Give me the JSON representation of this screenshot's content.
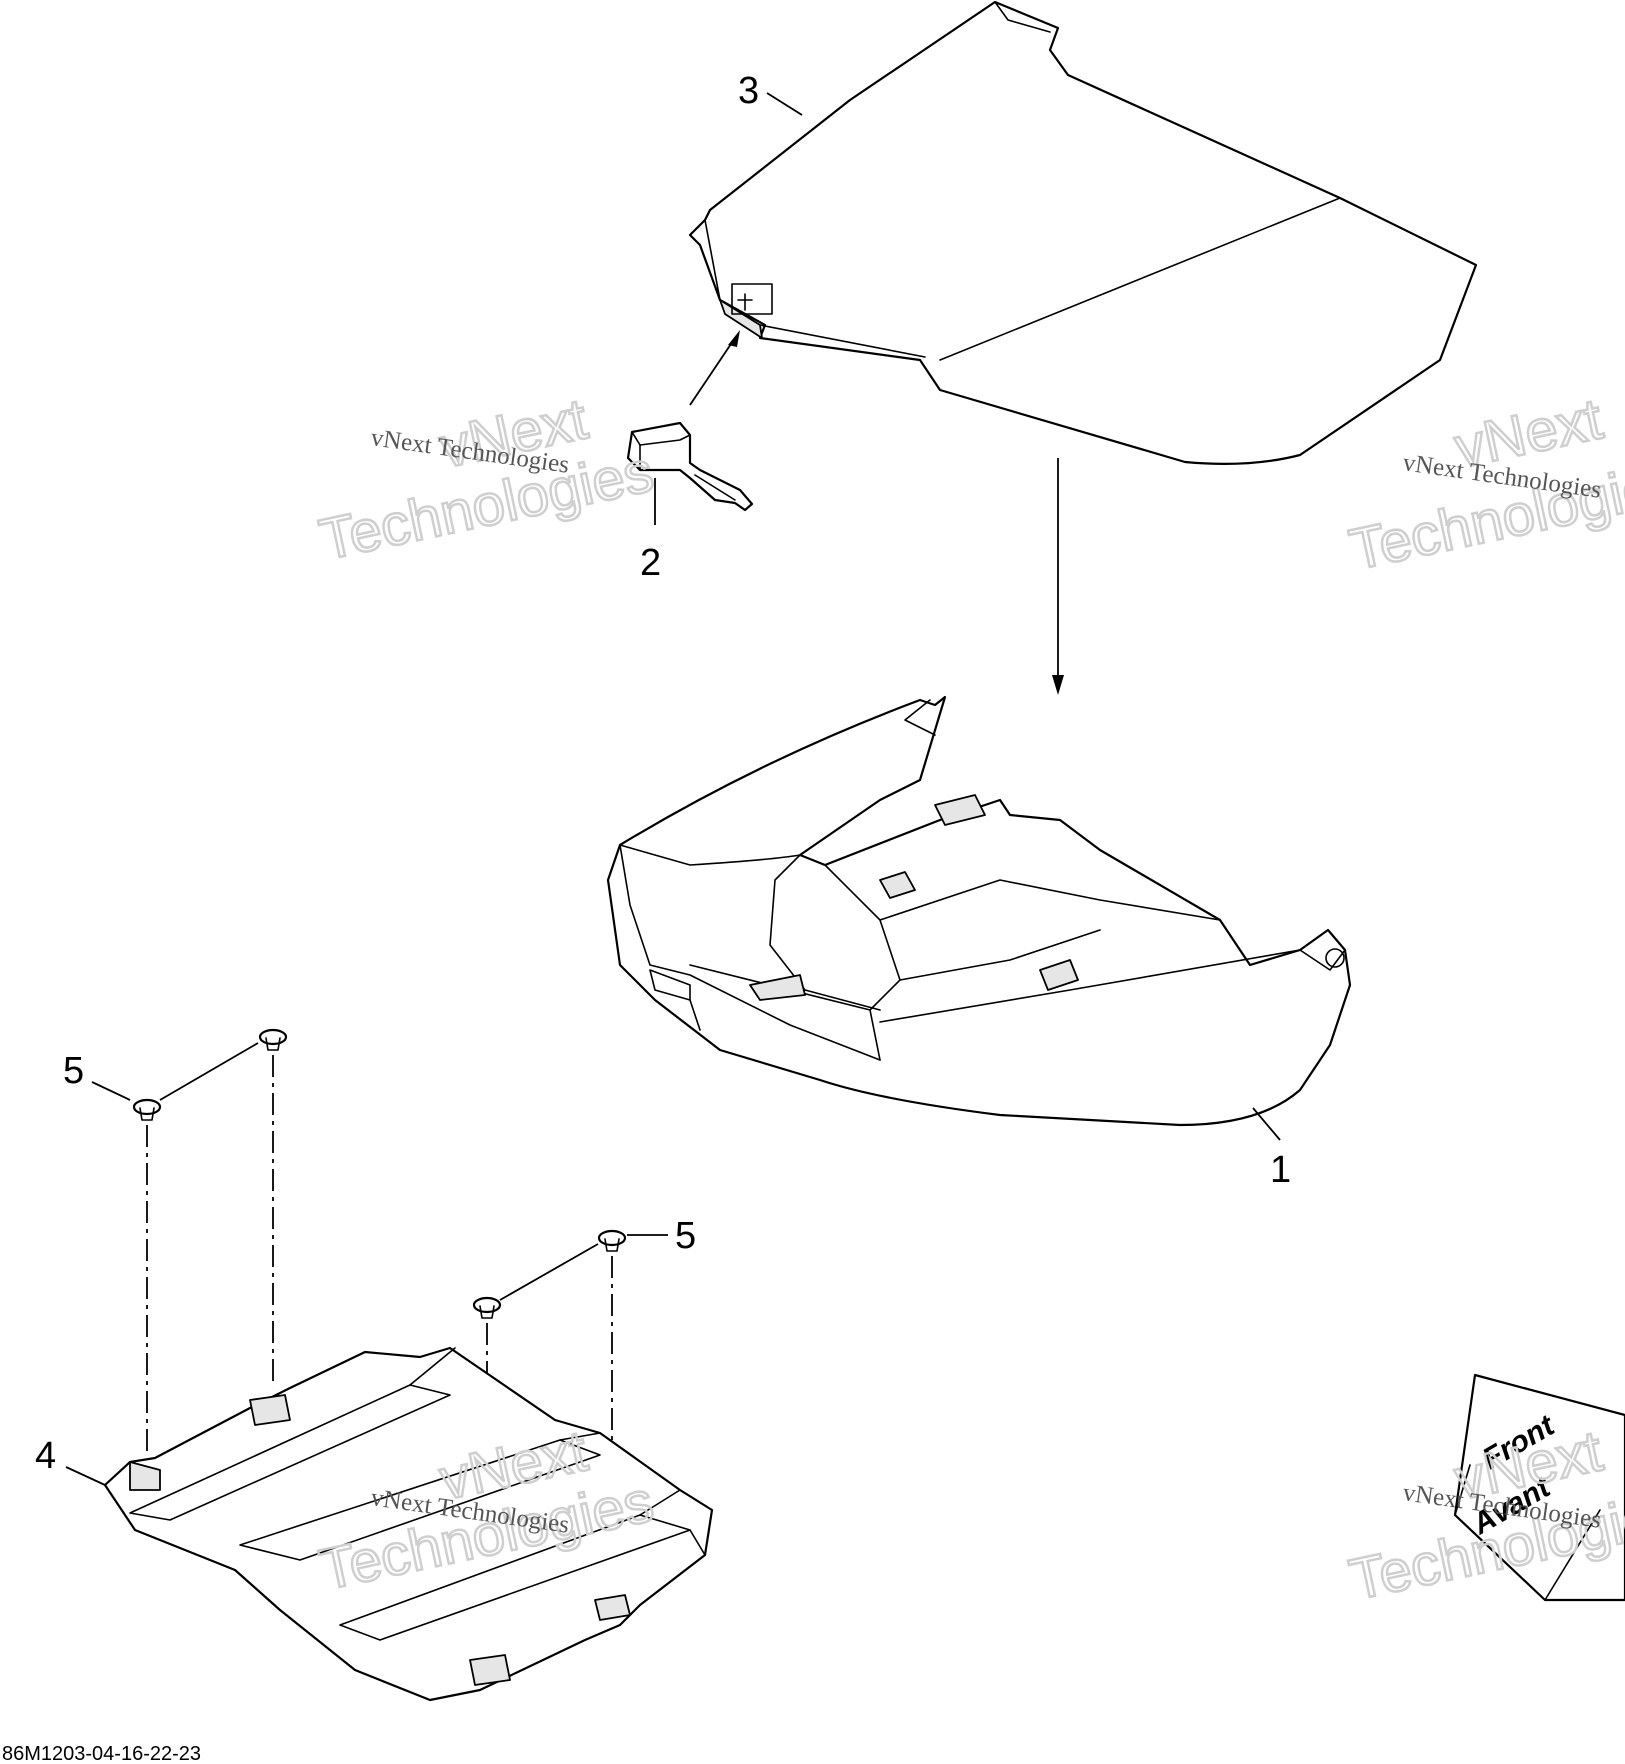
{
  "callouts": [
    {
      "label": "1"
    },
    {
      "label": "2"
    },
    {
      "label": "3"
    },
    {
      "label": "4"
    },
    {
      "label": "5"
    },
    {
      "label": "5"
    }
  ],
  "watermark": {
    "large_line1": "vNext",
    "large_line2": "Technologies",
    "small": "vNext Technologies"
  },
  "direction_marker": {
    "line1": "Front",
    "line2": "Avant"
  },
  "drawing_code": "86M1203-04-16-22-23"
}
